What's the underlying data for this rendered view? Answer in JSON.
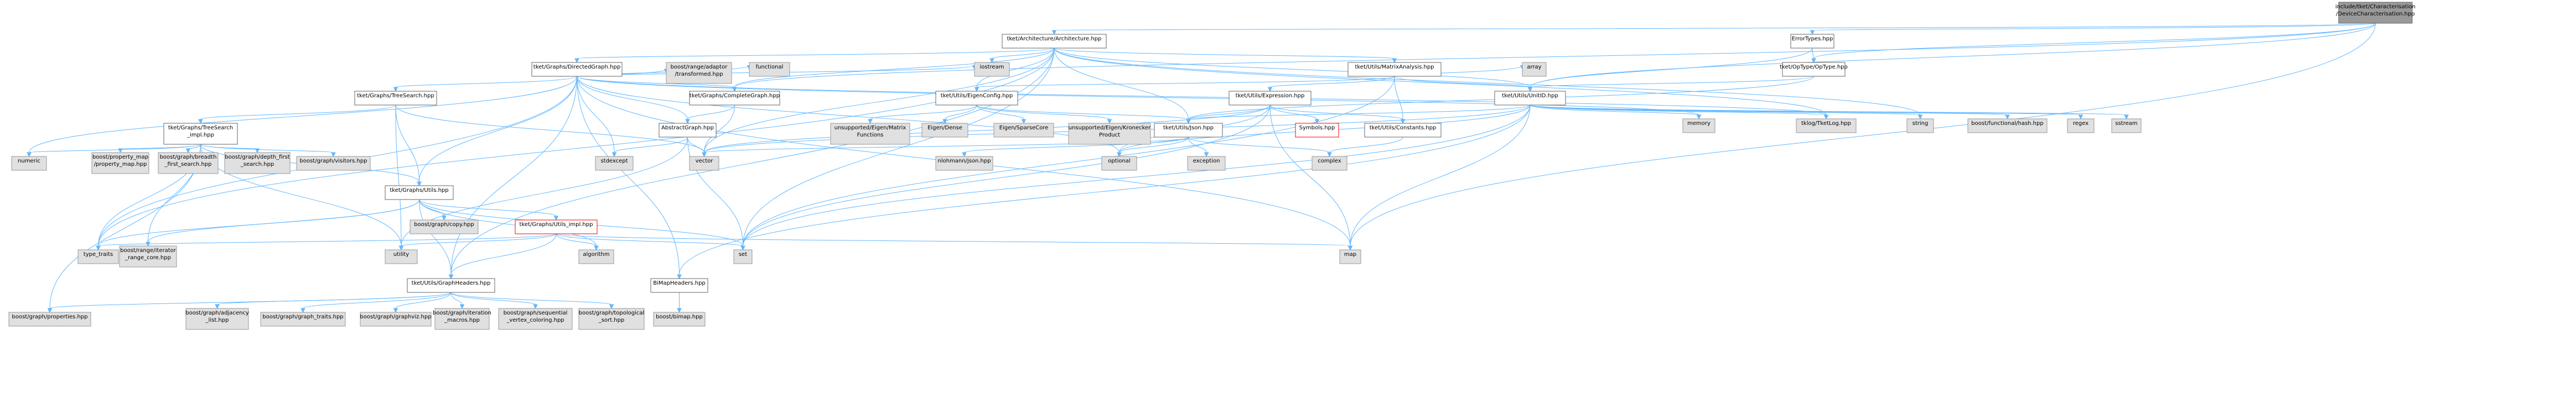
{
  "colors": {
    "edge": "#63b8ff",
    "node_fill": "#ffffff",
    "node_stroke": "#666666",
    "system_fill": "#e0e0e0",
    "system_stroke": "#999999",
    "root_fill": "#999999",
    "missing_stroke": "#ff0000"
  },
  "nodes": [
    {
      "id": "root",
      "lines": [
        "include/tket/Characterisation",
        "/DeviceCharacterisation.hpp"
      ],
      "kind": "root"
    },
    {
      "id": "arch",
      "lines": [
        "tket/Architecture/Architecture.hpp"
      ],
      "kind": "file"
    },
    {
      "id": "errortypes",
      "lines": [
        "ErrorTypes.hpp"
      ],
      "kind": "file"
    },
    {
      "id": "directedgraph",
      "lines": [
        "tket/Graphs/DirectedGraph.hpp"
      ],
      "kind": "file"
    },
    {
      "id": "matrixanalysis",
      "lines": [
        "tket/Utils/MatrixAnalysis.hpp"
      ],
      "kind": "file"
    },
    {
      "id": "optype",
      "lines": [
        "tket/OpType/OpType.hpp"
      ],
      "kind": "file"
    },
    {
      "id": "completegraph",
      "lines": [
        "tket/Graphs/CompleteGraph.hpp"
      ],
      "kind": "file"
    },
    {
      "id": "eigenconfig",
      "lines": [
        "tket/Utils/EigenConfig.hpp"
      ],
      "kind": "file"
    },
    {
      "id": "expression",
      "lines": [
        "tket/Utils/Expression.hpp"
      ],
      "kind": "file"
    },
    {
      "id": "unitid",
      "lines": [
        "tket/Utils/UnitID.hpp"
      ],
      "kind": "file"
    },
    {
      "id": "treesearch",
      "lines": [
        "tket/Graphs/TreeSearch.hpp"
      ],
      "kind": "file"
    },
    {
      "id": "boostadaptor",
      "lines": [
        "boost/range/adaptor",
        "/transformed.hpp"
      ],
      "kind": "system"
    },
    {
      "id": "functional",
      "lines": [
        "functional"
      ],
      "kind": "system"
    },
    {
      "id": "abstractgraph",
      "lines": [
        "AbstractGraph.hpp"
      ],
      "kind": "file"
    },
    {
      "id": "iostream",
      "lines": [
        "iostream"
      ],
      "kind": "system"
    },
    {
      "id": "array",
      "lines": [
        "array"
      ],
      "kind": "system"
    },
    {
      "id": "memory",
      "lines": [
        "memory"
      ],
      "kind": "system"
    },
    {
      "id": "tklog",
      "lines": [
        "tklog/TketLog.hpp"
      ],
      "kind": "system"
    },
    {
      "id": "string",
      "lines": [
        "string"
      ],
      "kind": "system"
    },
    {
      "id": "boosthash",
      "lines": [
        "boost/functional/hash.hpp"
      ],
      "kind": "system"
    },
    {
      "id": "regex",
      "lines": [
        "regex"
      ],
      "kind": "system"
    },
    {
      "id": "sstream",
      "lines": [
        "sstream"
      ],
      "kind": "system"
    },
    {
      "id": "treesearchimpl",
      "lines": [
        "tket/Graphs/TreeSearch",
        "_impl.hpp"
      ],
      "kind": "file"
    },
    {
      "id": "eigenmatfun",
      "lines": [
        "unsupported/Eigen/Matrix",
        "Functions"
      ],
      "kind": "system"
    },
    {
      "id": "eigendense",
      "lines": [
        "Eigen/Dense"
      ],
      "kind": "system"
    },
    {
      "id": "eigensparse",
      "lines": [
        "Eigen/SparseCore"
      ],
      "kind": "system"
    },
    {
      "id": "eigenkron",
      "lines": [
        "unsupported/Eigen/Kronecker",
        "Product"
      ],
      "kind": "system"
    },
    {
      "id": "json",
      "lines": [
        "tket/Utils/Json.hpp"
      ],
      "kind": "file"
    },
    {
      "id": "symbols",
      "lines": [
        "Symbols.hpp"
      ],
      "kind": "missing"
    },
    {
      "id": "constants",
      "lines": [
        "tket/Utils/Constants.hpp"
      ],
      "kind": "file"
    },
    {
      "id": "numeric",
      "lines": [
        "numeric"
      ],
      "kind": "system"
    },
    {
      "id": "propmap",
      "lines": [
        "boost/property_map",
        "/property_map.hpp"
      ],
      "kind": "system"
    },
    {
      "id": "bfs",
      "lines": [
        "boost/graph/breadth",
        "_first_search.hpp"
      ],
      "kind": "system"
    },
    {
      "id": "dfs",
      "lines": [
        "boost/graph/depth_first",
        "_search.hpp"
      ],
      "kind": "system"
    },
    {
      "id": "visitors",
      "lines": [
        "boost/graph/visitors.hpp"
      ],
      "kind": "system"
    },
    {
      "id": "stdexcept",
      "lines": [
        "stdexcept"
      ],
      "kind": "system"
    },
    {
      "id": "vector",
      "lines": [
        "vector"
      ],
      "kind": "system"
    },
    {
      "id": "nlohmann",
      "lines": [
        "nlohmann/json.hpp"
      ],
      "kind": "system"
    },
    {
      "id": "optional",
      "lines": [
        "optional"
      ],
      "kind": "system"
    },
    {
      "id": "exception",
      "lines": [
        "exception"
      ],
      "kind": "system"
    },
    {
      "id": "complex",
      "lines": [
        "complex"
      ],
      "kind": "system"
    },
    {
      "id": "graphutils",
      "lines": [
        "tket/Graphs/Utils.hpp"
      ],
      "kind": "file"
    },
    {
      "id": "boostcopy",
      "lines": [
        "boost/graph/copy.hpp"
      ],
      "kind": "system"
    },
    {
      "id": "graphutilsimpl",
      "lines": [
        "tket/Graphs/Utils_impl.hpp"
      ],
      "kind": "missing"
    },
    {
      "id": "typetraits",
      "lines": [
        "type_traits"
      ],
      "kind": "system"
    },
    {
      "id": "iterrange",
      "lines": [
        "boost/range/iterator",
        "_range_core.hpp"
      ],
      "kind": "system"
    },
    {
      "id": "utility",
      "lines": [
        "utility"
      ],
      "kind": "system"
    },
    {
      "id": "algorithm",
      "lines": [
        "algorithm"
      ],
      "kind": "system"
    },
    {
      "id": "set",
      "lines": [
        "set"
      ],
      "kind": "system"
    },
    {
      "id": "map",
      "lines": [
        "map"
      ],
      "kind": "system"
    },
    {
      "id": "graphheaders",
      "lines": [
        "tket/Utils/GraphHeaders.hpp"
      ],
      "kind": "file"
    },
    {
      "id": "bimapheaders",
      "lines": [
        "BiMapHeaders.hpp"
      ],
      "kind": "file"
    },
    {
      "id": "bimap",
      "lines": [
        "boost/bimap.hpp"
      ],
      "kind": "system"
    },
    {
      "id": "properties",
      "lines": [
        "boost/graph/properties.hpp"
      ],
      "kind": "system"
    },
    {
      "id": "adjlist",
      "lines": [
        "boost/graph/adjacency",
        "_list.hpp"
      ],
      "kind": "system"
    },
    {
      "id": "graphtraits",
      "lines": [
        "boost/graph/graph_traits.hpp"
      ],
      "kind": "system"
    },
    {
      "id": "graphviz",
      "lines": [
        "boost/graph/graphviz.hpp"
      ],
      "kind": "system"
    },
    {
      "id": "itermacros",
      "lines": [
        "boost/graph/iteration",
        "_macros.hpp"
      ],
      "kind": "system"
    },
    {
      "id": "seqcolor",
      "lines": [
        "boost/graph/sequential",
        "_vertex_coloring.hpp"
      ],
      "kind": "system"
    },
    {
      "id": "toposort",
      "lines": [
        "boost/graph/topological",
        "_sort.hpp"
      ],
      "kind": "system"
    }
  ],
  "edges": [
    [
      "root",
      "arch"
    ],
    [
      "root",
      "errortypes"
    ],
    [
      "root",
      "optype"
    ],
    [
      "root",
      "unitid"
    ],
    [
      "root",
      "map"
    ],
    [
      "root",
      "completegraph"
    ],
    [
      "arch",
      "directedgraph"
    ],
    [
      "arch",
      "matrixanalysis"
    ],
    [
      "arch",
      "completegraph"
    ],
    [
      "arch",
      "eigenconfig"
    ],
    [
      "arch",
      "unitid"
    ],
    [
      "arch",
      "json"
    ],
    [
      "arch",
      "iostream"
    ],
    [
      "arch",
      "tklog"
    ],
    [
      "arch",
      "string"
    ],
    [
      "arch",
      "vector"
    ],
    [
      "arch",
      "set"
    ],
    [
      "arch",
      "typetraits"
    ],
    [
      "arch",
      "graphheaders"
    ],
    [
      "errortypes",
      "optype"
    ],
    [
      "errortypes",
      "unitid"
    ],
    [
      "optype",
      "unitid"
    ],
    [
      "optype",
      "json"
    ],
    [
      "directedgraph",
      "treesearch"
    ],
    [
      "directedgraph",
      "boostadaptor"
    ],
    [
      "directedgraph",
      "functional"
    ],
    [
      "directedgraph",
      "abstractgraph"
    ],
    [
      "directedgraph",
      "completegraph"
    ],
    [
      "directedgraph",
      "iostream"
    ],
    [
      "directedgraph",
      "graphutils"
    ],
    [
      "directedgraph",
      "stdexcept"
    ],
    [
      "directedgraph",
      "bimapheaders"
    ],
    [
      "directedgraph",
      "numeric"
    ],
    [
      "directedgraph",
      "typetraits"
    ],
    [
      "directedgraph",
      "optional"
    ],
    [
      "directedgraph",
      "memory"
    ],
    [
      "directedgraph",
      "tklog"
    ],
    [
      "directedgraph",
      "map"
    ],
    [
      "directedgraph",
      "graphheaders"
    ],
    [
      "matrixanalysis",
      "eigenconfig"
    ],
    [
      "matrixanalysis",
      "expression"
    ],
    [
      "matrixanalysis",
      "constants"
    ],
    [
      "matrixanalysis",
      "array"
    ],
    [
      "matrixanalysis",
      "unitid"
    ],
    [
      "matrixanalysis",
      "set"
    ],
    [
      "completegraph",
      "abstractgraph"
    ],
    [
      "completegraph",
      "vector"
    ],
    [
      "eigenconfig",
      "eigenmatfun"
    ],
    [
      "eigenconfig",
      "eigendense"
    ],
    [
      "eigenconfig",
      "eigensparse"
    ],
    [
      "eigenconfig",
      "eigenkron"
    ],
    [
      "eigenconfig",
      "json"
    ],
    [
      "expression",
      "symbols"
    ],
    [
      "expression",
      "json"
    ],
    [
      "expression",
      "constants"
    ],
    [
      "expression",
      "optional"
    ],
    [
      "expression",
      "set"
    ],
    [
      "expression",
      "map"
    ],
    [
      "expression",
      "vector"
    ],
    [
      "unitid",
      "boosthash"
    ],
    [
      "unitid",
      "regex"
    ],
    [
      "unitid",
      "sstream"
    ],
    [
      "unitid",
      "memory"
    ],
    [
      "unitid",
      "string"
    ],
    [
      "unitid",
      "tklog"
    ],
    [
      "unitid",
      "json"
    ],
    [
      "unitid",
      "optional"
    ],
    [
      "unitid",
      "vector"
    ],
    [
      "unitid",
      "map"
    ],
    [
      "unitid",
      "set"
    ],
    [
      "unitid",
      "bimapheaders"
    ],
    [
      "treesearch",
      "treesearchimpl"
    ],
    [
      "treesearch",
      "graphutils"
    ],
    [
      "treesearch",
      "utility"
    ],
    [
      "treesearch",
      "vector"
    ],
    [
      "treesearchimpl",
      "numeric"
    ],
    [
      "treesearchimpl",
      "propmap"
    ],
    [
      "treesearchimpl",
      "bfs"
    ],
    [
      "treesearchimpl",
      "dfs"
    ],
    [
      "treesearchimpl",
      "visitors"
    ],
    [
      "treesearchimpl",
      "graphutils"
    ],
    [
      "treesearchimpl",
      "typetraits"
    ],
    [
      "treesearchimpl",
      "iterrange"
    ],
    [
      "treesearchimpl",
      "properties"
    ],
    [
      "treesearchimpl",
      "utility"
    ],
    [
      "abstractgraph",
      "stdexcept"
    ],
    [
      "abstractgraph",
      "vector"
    ],
    [
      "abstractgraph",
      "set"
    ],
    [
      "abstractgraph",
      "utility"
    ],
    [
      "json",
      "nlohmann"
    ],
    [
      "json",
      "optional"
    ],
    [
      "json",
      "exception"
    ],
    [
      "json",
      "complex"
    ],
    [
      "json",
      "vector"
    ],
    [
      "constants",
      "complex"
    ],
    [
      "graphutils",
      "boostcopy"
    ],
    [
      "graphutils",
      "graphutilsimpl"
    ],
    [
      "graphutils",
      "typetraits"
    ],
    [
      "graphutils",
      "algorithm"
    ],
    [
      "graphutils",
      "set"
    ],
    [
      "graphutils",
      "graphheaders"
    ],
    [
      "graphutils",
      "iterrange"
    ],
    [
      "graphutilsimpl",
      "algorithm"
    ],
    [
      "graphutilsimpl",
      "utility"
    ],
    [
      "graphutilsimpl",
      "set"
    ],
    [
      "graphutilsimpl",
      "map"
    ],
    [
      "graphutilsimpl",
      "graphheaders"
    ],
    [
      "graphutilsimpl",
      "typetraits"
    ],
    [
      "graphheaders",
      "properties"
    ],
    [
      "graphheaders",
      "adjlist"
    ],
    [
      "graphheaders",
      "graphtraits"
    ],
    [
      "graphheaders",
      "graphviz"
    ],
    [
      "graphheaders",
      "itermacros"
    ],
    [
      "graphheaders",
      "seqcolor"
    ],
    [
      "graphheaders",
      "toposort"
    ],
    [
      "bimapheaders",
      "bimap"
    ]
  ]
}
